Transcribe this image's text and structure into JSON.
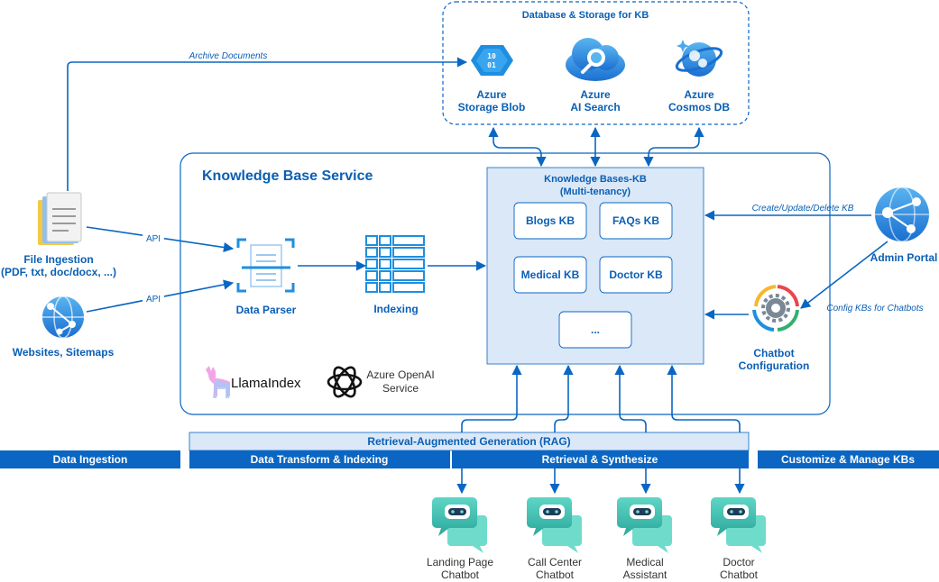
{
  "storage": {
    "title": "Database & Storage for KB",
    "items": [
      {
        "line1": "Azure",
        "line2": "Storage Blob"
      },
      {
        "line1": "Azure",
        "line2": "AI Search"
      },
      {
        "line1": "Azure",
        "line2": "Cosmos DB"
      }
    ]
  },
  "archive_label": "Archive Documents",
  "kb_service": {
    "title": "Knowledge Base Service",
    "data_parser": "Data Parser",
    "indexing": "Indexing",
    "llamaindex": "LlamaIndex",
    "openai_line1": "Azure OpenAI",
    "openai_line2": "Service"
  },
  "kb_box": {
    "title_line1": "Knowledge Bases-KB",
    "title_line2": "(Multi-tenancy)",
    "items": [
      "Blogs KB",
      "FAQs KB",
      "Medical KB",
      "Doctor KB",
      "..."
    ]
  },
  "sources": {
    "file_line1": "File Ingestion",
    "file_line2": "(PDF, txt, doc/docx, ...)",
    "web": "Websites, Sitemaps",
    "api1": "API",
    "api2": "API"
  },
  "admin": {
    "portal": "Admin Portal",
    "crud_label": "Create/Update/Delete KB",
    "config_label": "Config KBs for Chatbots",
    "chatbot_config_line1": "Chatbot",
    "chatbot_config_line2": "Configuration"
  },
  "rag": "Retrieval-Augmented Generation (RAG)",
  "bars": {
    "ingestion": "Data Ingestion",
    "transform": "Data Transform & Indexing",
    "retrieval": "Retrieval & Synthesize",
    "customize": "Customize & Manage KBs"
  },
  "chatbots": [
    {
      "line1": "Landing Page",
      "line2": "Chatbot"
    },
    {
      "line1": "Call Center",
      "line2": "Chatbot"
    },
    {
      "line1": "Medical",
      "line2": "Assistant"
    },
    {
      "line1": "Doctor",
      "line2": "Chatbot"
    }
  ],
  "colors": {
    "primary": "#0a66c2",
    "bar": "#0a66c2",
    "kb_fill": "#dbe8f8",
    "rag_fill": "#dbe8f8",
    "bot": "#3cbfae"
  }
}
